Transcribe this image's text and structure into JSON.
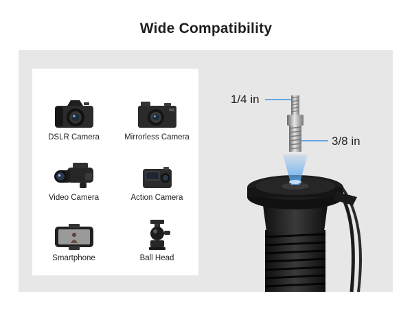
{
  "title": "Wide Compatibility",
  "compatible_devices": [
    {
      "label": "DSLR Camera",
      "icon": "dslr-camera-icon"
    },
    {
      "label": "Mirrorless Camera",
      "icon": "mirrorless-camera-icon"
    },
    {
      "label": "Video Camera",
      "icon": "video-camera-icon"
    },
    {
      "label": "Action Camera",
      "icon": "action-camera-icon"
    },
    {
      "label": "Smartphone",
      "icon": "smartphone-icon"
    },
    {
      "label": "Ball Head",
      "icon": "ball-head-icon"
    }
  ],
  "screw_threads": {
    "top": "1/4 in",
    "bottom": "3/8 in"
  },
  "colors": {
    "panel_background": "#e7e7e7",
    "card_background": "#ffffff",
    "callout_line": "#3b8fe0",
    "light_beam": "#5aa7ee"
  }
}
